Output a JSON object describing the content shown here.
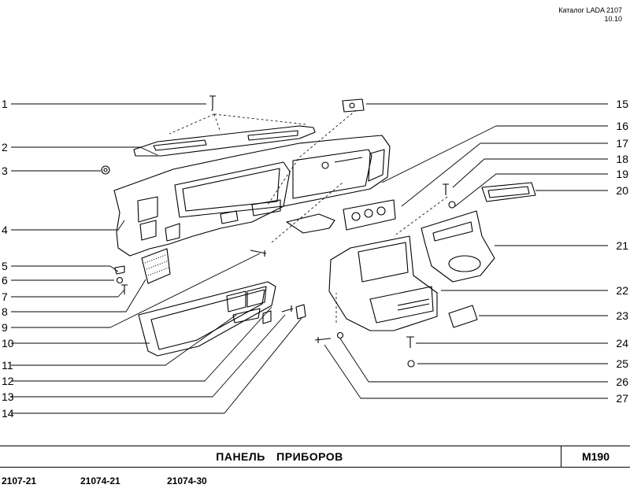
{
  "header": {
    "catalog": "Каталог LADA 2107",
    "date": "10.10"
  },
  "callouts_left": [
    "1",
    "2",
    "3",
    "4",
    "5",
    "6",
    "7",
    "8",
    "9",
    "10",
    "11",
    "12",
    "13",
    "14"
  ],
  "callouts_right": [
    "15",
    "16",
    "17",
    "18",
    "19",
    "20",
    "21",
    "22",
    "23",
    "24",
    "25",
    "26",
    "27"
  ],
  "title": "ПАНЕЛЬ ПРИБОРОВ",
  "section_code": "М190",
  "models": [
    "2107-21",
    "21074-21",
    "21074-30"
  ]
}
